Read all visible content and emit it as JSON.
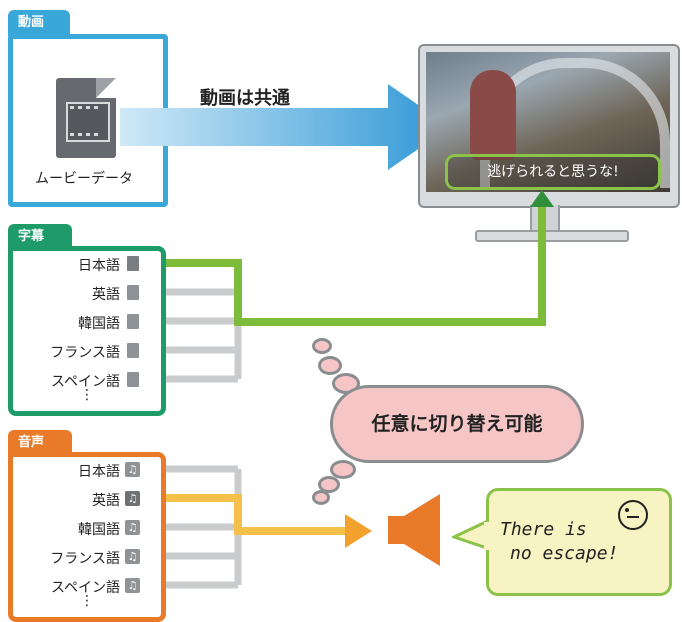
{
  "video": {
    "tab_label": "動画",
    "file_label": "ムービーデータ",
    "arrow_label": "動画は共通"
  },
  "monitor": {
    "subtitle_text": "逃げられると思うな!"
  },
  "subtitles": {
    "tab_label": "字幕",
    "languages": [
      "日本語",
      "英語",
      "韓国語",
      "フランス語",
      "スペイン語"
    ],
    "ellipsis": "⋮"
  },
  "audio": {
    "tab_label": "音声",
    "languages": [
      "日本語",
      "英語",
      "韓国語",
      "フランス語",
      "スペイン語"
    ],
    "ellipsis": "⋮"
  },
  "thought": {
    "text": "任意に切り替え可能"
  },
  "speech": {
    "line1": "There is",
    "line2": "no escape!"
  },
  "colors": {
    "video": "#3aa7d9",
    "subtitle": "#1e9b68",
    "subtitle_active": "#7dbb3a",
    "audio": "#e97a2a",
    "audio_active": "#f5c04a",
    "inactive_line": "#c9cbcd"
  }
}
